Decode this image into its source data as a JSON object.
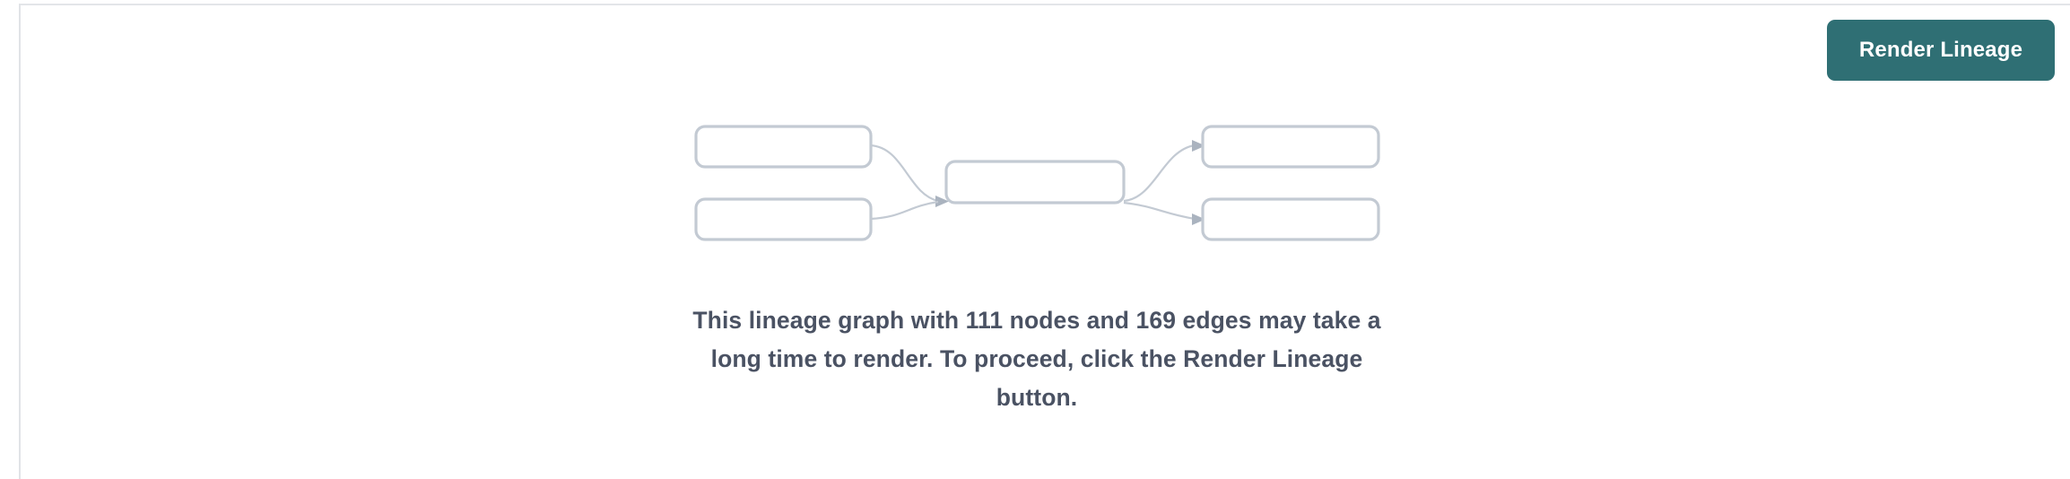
{
  "panel": {
    "background_color": "#ffffff",
    "border_color": "#e3e5e9"
  },
  "toolbar": {
    "render_lineage_label": "Render Lineage",
    "button_color": "#2f6f74",
    "button_text_color": "#ffffff"
  },
  "graph_placeholder": {
    "node_border_color": "#c3cad3",
    "node_fill_color": "#ffffff",
    "edge_color": "#c3cad3",
    "arrowhead_color": "#aab3bf",
    "nodes": [
      {
        "id": "upstream-1",
        "column": "left",
        "row": "top"
      },
      {
        "id": "upstream-2",
        "column": "left",
        "row": "bottom"
      },
      {
        "id": "focus",
        "column": "middle",
        "row": "center"
      },
      {
        "id": "downstream-1",
        "column": "right",
        "row": "top"
      },
      {
        "id": "downstream-2",
        "column": "right",
        "row": "bottom"
      }
    ],
    "edges": [
      {
        "from": "upstream-1",
        "to": "focus"
      },
      {
        "from": "upstream-2",
        "to": "focus"
      },
      {
        "from": "focus",
        "to": "downstream-1"
      },
      {
        "from": "focus",
        "to": "downstream-2"
      }
    ]
  },
  "message": {
    "node_count": 111,
    "edge_count": 169,
    "text": "This lineage graph with 111 nodes and 169 edges may take a long time to render. To proceed, click the Render Lineage button.",
    "text_color": "#4a5263"
  }
}
